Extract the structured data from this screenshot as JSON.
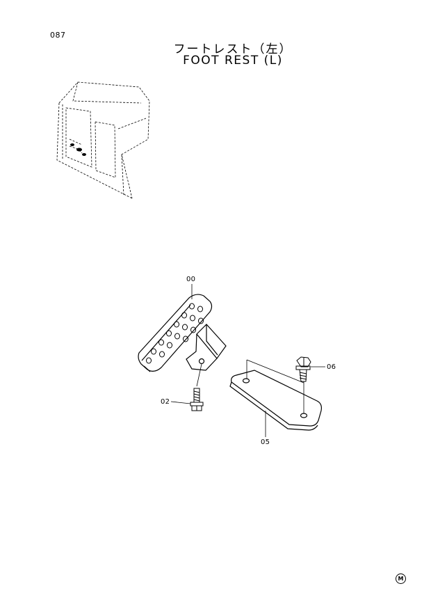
{
  "header": {
    "page_number": "087",
    "title_jp": "フートレスト（左）",
    "title_en": "FOOT REST (L)"
  },
  "parts": [
    {
      "id": "pedal",
      "label": "00"
    },
    {
      "id": "bolt-left",
      "label": "02"
    },
    {
      "id": "plate",
      "label": "05"
    },
    {
      "id": "bolt-right",
      "label": "06"
    }
  ],
  "footer": {
    "mark": "M"
  }
}
